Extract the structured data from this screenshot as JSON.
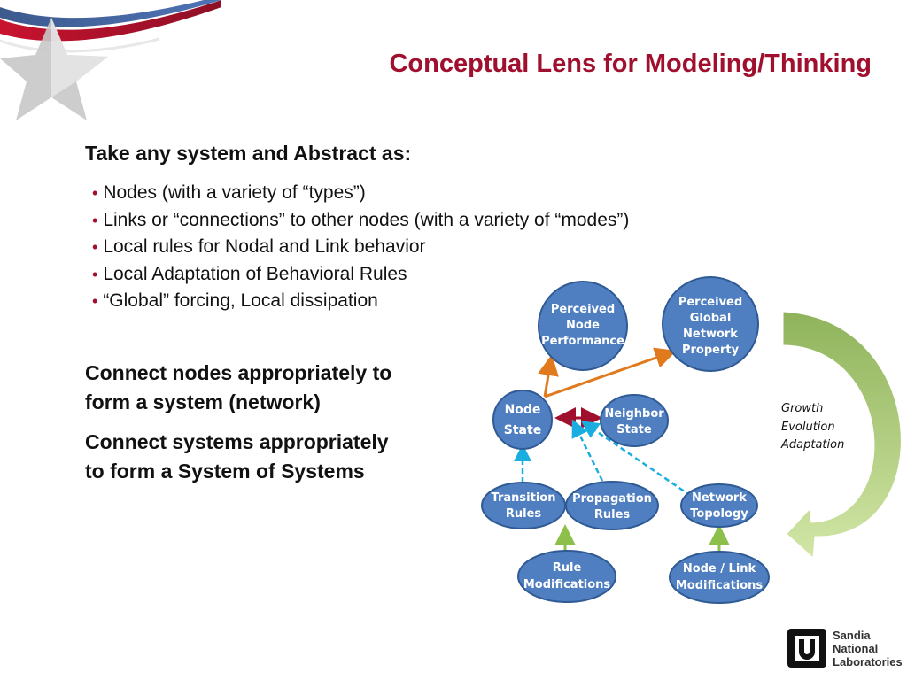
{
  "slide": {
    "title": "Conceptual Lens for Modeling/Thinking",
    "heading_abstract": "Take any system and Abstract as:",
    "bullets": [
      "Nodes (with a variety of “types”)",
      "Links or “connections” to other nodes (with a variety of “modes”)",
      "Local rules for Nodal and Link behavior",
      "Local Adaptation of Behavioral Rules",
      "“Global” forcing, Local dissipation"
    ],
    "connect_nodes": [
      "Connect nodes appropriately to",
      "form a system (network)"
    ],
    "connect_systems": [
      "Connect systems appropriately",
      "to form a System of Systems"
    ]
  },
  "diagram": {
    "nodes": {
      "perceived_node_performance": [
        "Perceived",
        "Node",
        "Performance"
      ],
      "perceived_global_network_property": [
        "Perceived",
        "Global",
        "Network",
        "Property"
      ],
      "node_state": [
        "Node",
        "State"
      ],
      "neighbor_state": [
        "Neighbor",
        "State"
      ],
      "transition_rules": [
        "Transition",
        "Rules"
      ],
      "propagation_rules": [
        "Propagation",
        "Rules"
      ],
      "network_topology": [
        "Network",
        "Topology"
      ],
      "rule_modifications": [
        "Rule",
        "Modifications"
      ],
      "node_link_modifications": [
        "Node / Link",
        "Modifications"
      ]
    },
    "cycle_labels": [
      "Growth",
      "Evolution",
      "Adaptation"
    ]
  },
  "logo": {
    "lines": [
      "Sandia",
      "National",
      "Laboratories"
    ]
  },
  "colors": {
    "title": "#a0102e",
    "node_fill": "#4f7fc0",
    "node_stroke": "#2f5a94",
    "orange_arrow": "#e07a1c",
    "red_arrow": "#a0102e",
    "dashed_arrow": "#1aaee0",
    "green_arrow": "#8cc04a",
    "cycle_arrow": "#b7cf86"
  }
}
